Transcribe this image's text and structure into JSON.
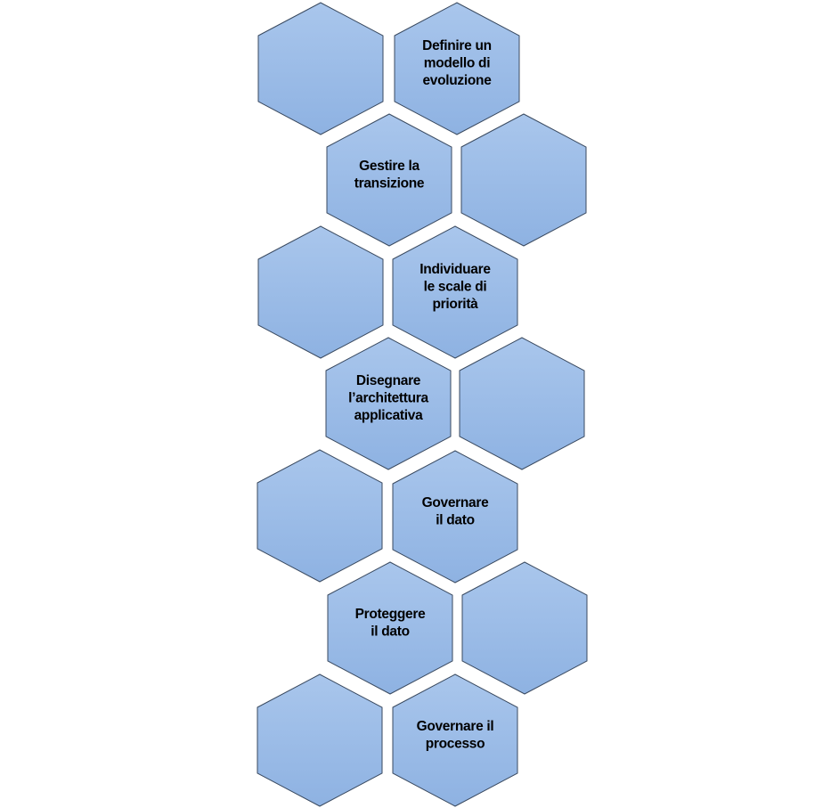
{
  "diagram": {
    "colors": {
      "fill_top": "#a9c6ec",
      "fill_bottom": "#8eb2e2",
      "stroke": "#3a4a60"
    },
    "hexagons": [
      {
        "id": "hex-1",
        "lines": []
      },
      {
        "id": "hex-2",
        "lines": [
          "Definire un",
          "modello di",
          "evoluzione"
        ]
      },
      {
        "id": "hex-3",
        "lines": [
          "Gestire la",
          "transizione"
        ]
      },
      {
        "id": "hex-4",
        "lines": []
      },
      {
        "id": "hex-5",
        "lines": []
      },
      {
        "id": "hex-6",
        "lines": [
          "Individuare",
          "le scale di",
          "priorità"
        ]
      },
      {
        "id": "hex-7",
        "lines": [
          "Disegnare",
          "l’architettura",
          "applicativa"
        ]
      },
      {
        "id": "hex-8",
        "lines": []
      },
      {
        "id": "hex-9",
        "lines": []
      },
      {
        "id": "hex-10",
        "lines": [
          "Governare",
          "il dato"
        ]
      },
      {
        "id": "hex-11",
        "lines": [
          "Proteggere",
          "il dato"
        ]
      },
      {
        "id": "hex-12",
        "lines": []
      },
      {
        "id": "hex-13",
        "lines": []
      },
      {
        "id": "hex-14",
        "lines": [
          "Governare il",
          "processo"
        ]
      }
    ]
  }
}
